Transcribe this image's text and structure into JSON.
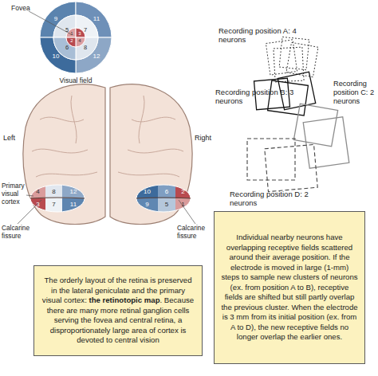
{
  "diagram": {
    "nodes": [
      {
        "text": [
          "The orderly layout of the retina is preserved in the lateral geniculate and the primary visual cortex: the retinotopic map. Because there are many more retinal ganglion cells serving the fovea and central retina, a disproportionately large area of cortex is devoted to central vision"
        ]
      },
      {
        "text": [
          "Individual nearby neurons have overlapping receptive fields scattered around their average position. If the electrode is moved in large (1-mm) steps to sample new clusters of neurons (ex. from position A to B), receptive fields are shifted but still partly overlap the previous cluster. When the electrode is 3 mm from its initial position (ex. from A to D), the new receptive fields no longer overlap the earlier ones."
        ]
      }
    ],
    "labels": [
      "Fovea",
      "9",
      "11",
      "5",
      "7",
      "1",
      "3",
      "2",
      "4",
      "6",
      "8",
      "10",
      "12",
      "Visual field",
      "Recording position A: 4 neurons",
      "Recording position B: 3 neurons",
      "Recording position C: 2 neurons",
      "Recording position D: 2 neurons",
      "Left",
      "Right",
      "Primary visual cortex",
      "Calcarine fissure",
      "Calcarine fissure",
      "4",
      "8",
      "12",
      "3",
      "7",
      "11",
      "10",
      "6",
      "2",
      "9",
      "5",
      "1"
    ]
  }
}
